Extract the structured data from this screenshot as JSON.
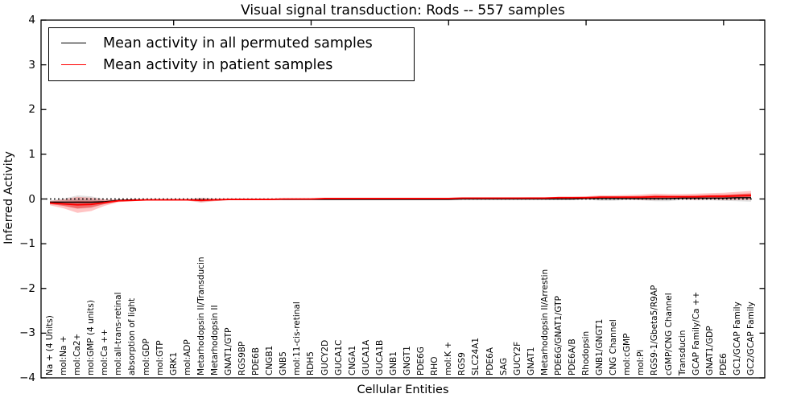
{
  "accent_colors": {
    "permuted": "#000000",
    "patient": "#ff0000",
    "violin_gray": "#999999"
  },
  "chart_data": {
    "type": "line",
    "title": "Visual signal transduction: Rods -- 557 samples",
    "xlabel": "Cellular Entities",
    "ylabel": "Inferred Activity",
    "ylim": [
      -4,
      4
    ],
    "ytick_labels": [
      "4",
      "3",
      "2",
      "1",
      "0",
      "−1",
      "−2",
      "−3",
      "−4"
    ],
    "grid": false,
    "zero_reference_line": true,
    "legend_position": "upper left",
    "categories": [
      "Na + (4 Units)",
      "mol:Na +",
      "mol:Ca2+",
      "mol:GMP (4 units)",
      "mol:Ca ++",
      "mol:all-trans-retinal",
      "absorption of light",
      "mol:GDP",
      "mol:GTP",
      "GRK1",
      "mol:ADP",
      "Metarhodopsin II/Transducin",
      "Metarhodopsin II",
      "GNAT1/GTP",
      "RGS9BP",
      "PDE6B",
      "CNGB1",
      "GNB5",
      "mol:11-cis-retinal",
      "RDH5",
      "GUCY2D",
      "GUCA1C",
      "CNGA1",
      "GUCA1A",
      "GUCA1B",
      "GNB1",
      "GNGT1",
      "PDE6G",
      "RHO",
      "mol:K +",
      "RGS9",
      "SLC24A1",
      "PDE6A",
      "SAG",
      "GUCY2F",
      "GNAT1",
      "Metarhodopsin II/Arrestin",
      "PDE6G/GNAT1/GTP",
      "PDE6A/B",
      "Rhodopsin",
      "GNB1/GNGT1",
      "CNG Channel",
      "mol:cGMP",
      "mol:Pi",
      "RGS9-1/Gbeta5/R9AP",
      "cGMP/CNG Channel",
      "Transducin",
      "GCAP Family/Ca ++",
      "GNAT1/GDP",
      "PDE6",
      "GC1/GCAP Family",
      "GC2/GCAP Family"
    ],
    "series": [
      {
        "name": "Mean activity in all permuted samples",
        "color": "#000000",
        "band_color": "#999999",
        "band_opacity": 0.5,
        "values": [
          -0.07,
          -0.07,
          -0.07,
          -0.07,
          -0.06,
          -0.03,
          -0.02,
          -0.02,
          -0.02,
          -0.02,
          -0.02,
          -0.02,
          -0.02,
          -0.01,
          -0.01,
          -0.01,
          -0.01,
          -0.01,
          -0.01,
          -0.01,
          -0.01,
          -0.01,
          -0.01,
          -0.01,
          -0.01,
          -0.01,
          -0.01,
          -0.01,
          -0.01,
          -0.01,
          0,
          0,
          0,
          0,
          0,
          0,
          0,
          0,
          0,
          0.01,
          0.01,
          0.01,
          0.01,
          0.01,
          0.01,
          0.01,
          0.02,
          0.02,
          0.02,
          0.02,
          0.03,
          0.03
        ],
        "band_halfwidths": [
          0.04,
          0.08,
          0.15,
          0.13,
          0.05,
          0.02,
          0.012,
          0.012,
          0.012,
          0.012,
          0.012,
          0.05,
          0.02,
          0.012,
          0.012,
          0.012,
          0.012,
          0.012,
          0.012,
          0.012,
          0.012,
          0.012,
          0.012,
          0.012,
          0.012,
          0.012,
          0.012,
          0.012,
          0.012,
          0.012,
          0.012,
          0.012,
          0.012,
          0.012,
          0.012,
          0.012,
          0.015,
          0.015,
          0.015,
          0.02,
          0.05,
          0.05,
          0.03,
          0.04,
          0.06,
          0.06,
          0.04,
          0.05,
          0.05,
          0.06,
          0.08,
          0.09
        ]
      },
      {
        "name": "Mean activity in patient samples",
        "color": "#ff0000",
        "band_color": "#ff0000",
        "band_opacity": 0.42,
        "values": [
          -0.09,
          -0.11,
          -0.13,
          -0.12,
          -0.08,
          -0.04,
          -0.03,
          -0.02,
          -0.02,
          -0.02,
          -0.02,
          -0.03,
          -0.02,
          -0.01,
          -0.01,
          -0.01,
          -0.01,
          0,
          0,
          0,
          0.01,
          0.01,
          0.01,
          0.01,
          0.01,
          0.01,
          0.01,
          0.01,
          0.01,
          0.01,
          0.02,
          0.02,
          0.02,
          0.02,
          0.02,
          0.02,
          0.02,
          0.03,
          0.03,
          0.03,
          0.04,
          0.04,
          0.04,
          0.04,
          0.05,
          0.05,
          0.05,
          0.05,
          0.06,
          0.06,
          0.07,
          0.08
        ],
        "band_halfwidths": [
          0.05,
          0.1,
          0.18,
          0.15,
          0.07,
          0.03,
          0.02,
          0.015,
          0.015,
          0.015,
          0.015,
          0.05,
          0.03,
          0.015,
          0.015,
          0.015,
          0.015,
          0.015,
          0.015,
          0.015,
          0.015,
          0.015,
          0.015,
          0.015,
          0.015,
          0.015,
          0.015,
          0.015,
          0.015,
          0.015,
          0.015,
          0.015,
          0.015,
          0.015,
          0.015,
          0.02,
          0.02,
          0.02,
          0.02,
          0.03,
          0.04,
          0.04,
          0.05,
          0.06,
          0.07,
          0.06,
          0.06,
          0.07,
          0.07,
          0.08,
          0.09,
          0.1
        ]
      }
    ],
    "top_axis_tick_category_indices": [
      9,
      19,
      29,
      39,
      49
    ]
  }
}
